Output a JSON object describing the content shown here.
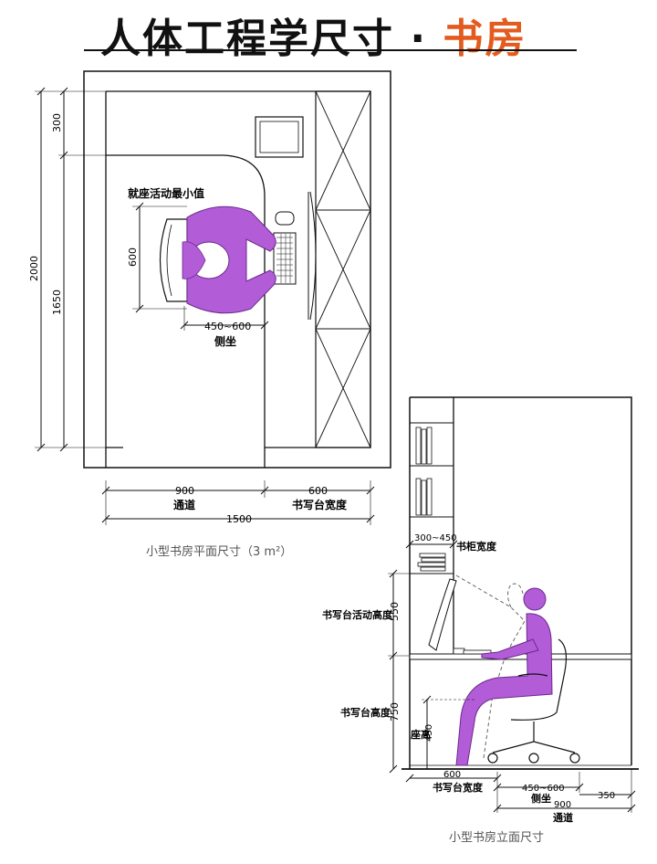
{
  "title": {
    "main": "人体工程学尺寸 · ",
    "accent": "书房"
  },
  "plan": {
    "caption": "小型书房平面尺寸（3 m²）",
    "dims": {
      "d300": "300",
      "d1650": "1650",
      "d2000": "2000",
      "d600v": "600",
      "d450_600": "450~600",
      "d900": "900",
      "d600h": "600",
      "d1500": "1500"
    },
    "labels": {
      "seat_min": "就座活动最小值",
      "side_seat": "侧坐",
      "aisle": "通道",
      "desk_width": "书写台宽度"
    }
  },
  "elevation": {
    "caption": "小型书房立面尺寸",
    "dims": {
      "d300_450": "300~450",
      "d550": "550",
      "d750": "750",
      "d450": "450",
      "d600": "600",
      "d450_600": "450~600",
      "d350": "350",
      "d900": "900"
    },
    "labels": {
      "shelf_width": "书柜宽度",
      "desk_activity_height": "书写台活动高度",
      "desk_height": "书写台高度",
      "seat_height": "座高",
      "desk_width": "书写台宽度",
      "side_seat": "侧坐",
      "aisle": "通道"
    }
  },
  "colors": {
    "figure": "#b35cd8",
    "figure_stroke": "#6a2a8a",
    "accent": "#e35b1e",
    "line": "#111111"
  }
}
